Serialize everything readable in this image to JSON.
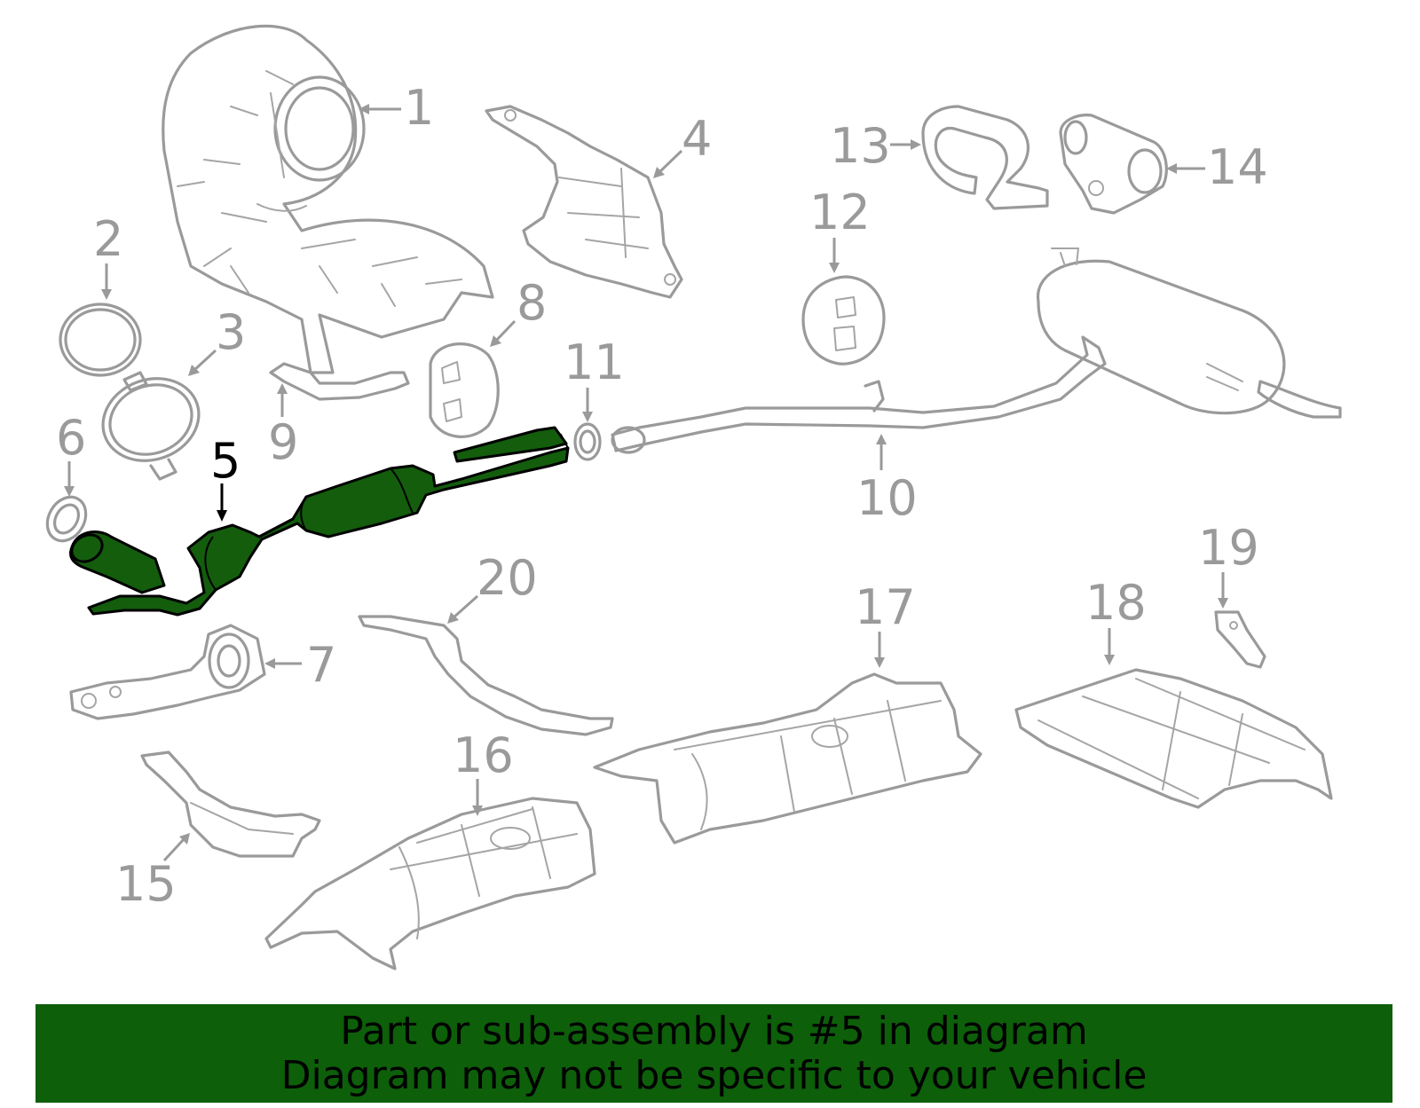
{
  "diagram": {
    "callouts": [
      "1",
      "2",
      "3",
      "4",
      "5",
      "6",
      "7",
      "8",
      "9",
      "10",
      "11",
      "12",
      "13",
      "14",
      "15",
      "16",
      "17",
      "18",
      "19",
      "20"
    ],
    "highlighted_callout": "5",
    "highlight_color": "#135d0d",
    "line_color": "#9a9a9a"
  },
  "banner": {
    "line1": "Part or sub-assembly is #5 in diagram",
    "line2": "Diagram may not be specific to your vehicle",
    "background": "#0d5f0a"
  }
}
